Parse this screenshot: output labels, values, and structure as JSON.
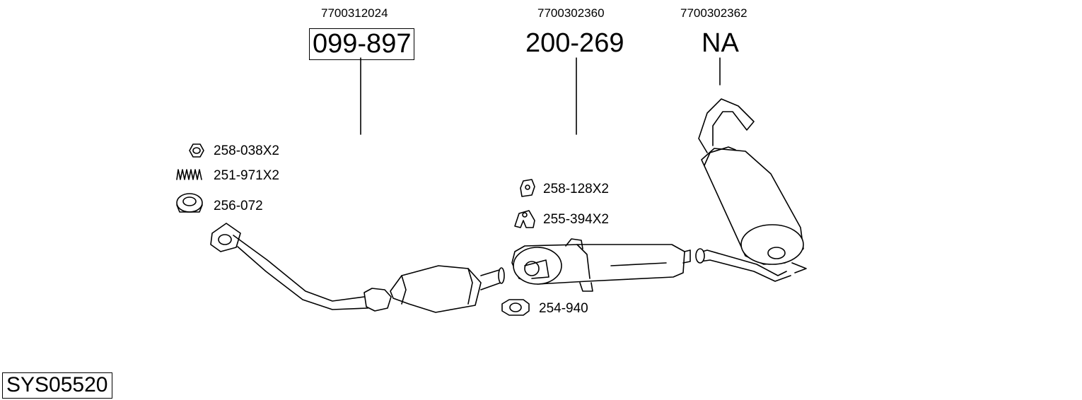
{
  "parts": [
    {
      "oem": "7700312024",
      "code": "099-897",
      "boxed": true
    },
    {
      "oem": "7700302360",
      "code": "200-269",
      "boxed": false
    },
    {
      "oem": "7700302362",
      "code": "NA",
      "boxed": false
    }
  ],
  "accessories": {
    "nut": "258-038X2",
    "spring": "251-971X2",
    "gasket": "256-072",
    "bracket": "258-128X2",
    "hanger": "255-394X2",
    "clamp": "254-940"
  },
  "system_code": "SYS05520",
  "icons": [
    "nut-icon",
    "spring-icon",
    "gasket-ring-icon",
    "bracket-icon",
    "rubber-hanger-icon",
    "pipe-clamp-icon"
  ],
  "line_color": "#000000"
}
